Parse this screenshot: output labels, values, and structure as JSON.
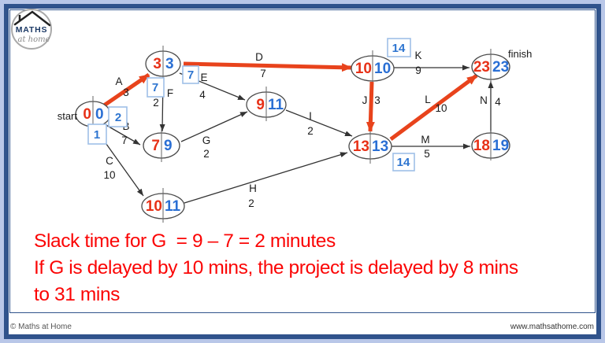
{
  "logo": {
    "title": "MATHS",
    "subtitle": "at home"
  },
  "caption": {
    "color": "#fb0505",
    "line1": "Slack time for G  = 9 – 7 = 2 minutes",
    "line2": "If G is delayed by 10 mins, the project is delayed by 8 mins",
    "line3": "to 31 mins"
  },
  "footer": {
    "copyright": "© Maths at Home",
    "website": "www.mathsathome.com"
  },
  "diagram": {
    "start_label": "start",
    "finish_label": "finish",
    "nodes": {
      "start": {
        "early": "0",
        "late": "0"
      },
      "n3": {
        "early": "3",
        "late": "3"
      },
      "n7": {
        "early": "7",
        "late": "9"
      },
      "n10b": {
        "early": "10",
        "late": "11"
      },
      "n9": {
        "early": "9",
        "late": "11"
      },
      "n10": {
        "early": "10",
        "late": "10"
      },
      "n13": {
        "early": "13",
        "late": "13"
      },
      "n23": {
        "early": "23",
        "late": "23"
      },
      "n18": {
        "early": "18",
        "late": "19"
      }
    },
    "edges": {
      "A": {
        "label": "A",
        "duration": "3",
        "from": "start",
        "to": "n3",
        "critical": true
      },
      "B": {
        "label": "B",
        "duration": "7",
        "from": "start",
        "to": "n7",
        "critical": false
      },
      "C": {
        "label": "C",
        "duration": "10",
        "from": "start",
        "to": "n10b",
        "critical": false
      },
      "D": {
        "label": "D",
        "duration": "7",
        "from": "n3",
        "to": "n10",
        "critical": true
      },
      "E": {
        "label": "E",
        "duration": "4",
        "from": "n3",
        "to": "n9",
        "critical": false
      },
      "F": {
        "label": "F",
        "duration": "2",
        "from": "n3",
        "to": "n7",
        "critical": false
      },
      "G": {
        "label": "G",
        "duration": "2",
        "from": "n7",
        "to": "n9",
        "critical": false
      },
      "H": {
        "label": "H",
        "duration": "2",
        "from": "n10b",
        "to": "n13",
        "critical": false
      },
      "I": {
        "label": "I",
        "duration": "2",
        "from": "n9",
        "to": "n13",
        "critical": false
      },
      "J": {
        "label": "J",
        "duration": "3",
        "from": "n10",
        "to": "n13",
        "critical": true
      },
      "K": {
        "label": "K",
        "duration": "9",
        "from": "n10",
        "to": "n23",
        "critical": false
      },
      "L": {
        "label": "L",
        "duration": "10",
        "from": "n13",
        "to": "n23",
        "critical": true
      },
      "M": {
        "label": "M",
        "duration": "5",
        "from": "n13",
        "to": "n18",
        "critical": false
      },
      "N": {
        "label": "N",
        "duration": "4",
        "from": "n18",
        "to": "n23",
        "critical": false
      }
    },
    "slack_boxes": {
      "s2": "2",
      "s1": "1",
      "s7e": "7",
      "s7f": "7",
      "s14k": "14",
      "s14m": "14"
    }
  },
  "colors": {
    "critical_arrow": "#e8431c",
    "early_time": "#e73117",
    "late_time": "#2a6fd4",
    "slack_box_border": "#9fc0e8",
    "slack_text": "#2e75d0",
    "frame_navy": "#30538c",
    "frame_light": "#b9c7e8",
    "caption_red": "#fb0505"
  }
}
